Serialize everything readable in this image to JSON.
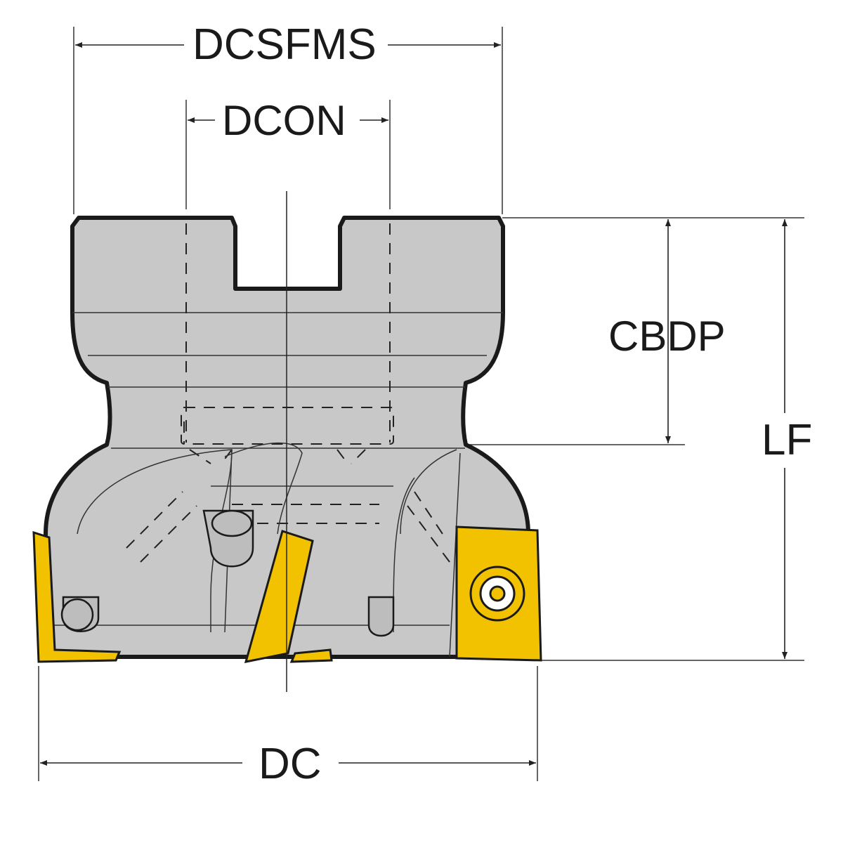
{
  "dimensions": {
    "dcsfms": "DCSFMS",
    "dcon": "DCON",
    "cbdp": "CBDP",
    "lf": "LF",
    "dc": "DC"
  },
  "colors": {
    "body": "#c8c8c8",
    "outline": "#1a1a1a",
    "insert": "#f2c200",
    "line": "#222222"
  }
}
